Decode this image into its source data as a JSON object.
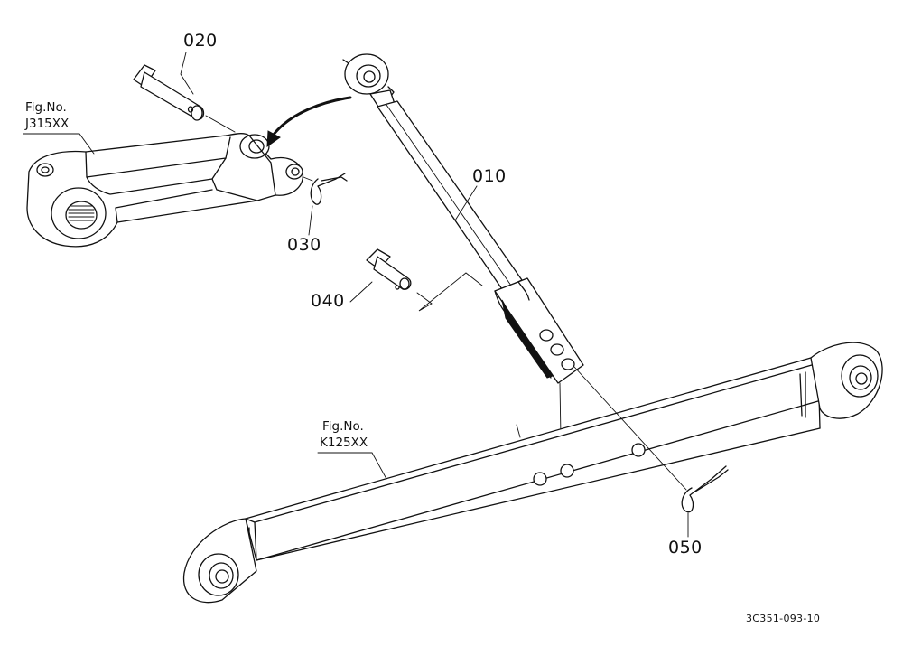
{
  "parts": [
    {
      "ref": "010"
    },
    {
      "ref": "020"
    },
    {
      "ref": "030"
    },
    {
      "ref": "040"
    },
    {
      "ref": "050"
    }
  ],
  "figure_refs": [
    {
      "label": "Fig.No.",
      "number": "J315XX"
    },
    {
      "label": "Fig.No.",
      "number": "K125XX"
    }
  ],
  "drawing_code": "3C351-093-10"
}
